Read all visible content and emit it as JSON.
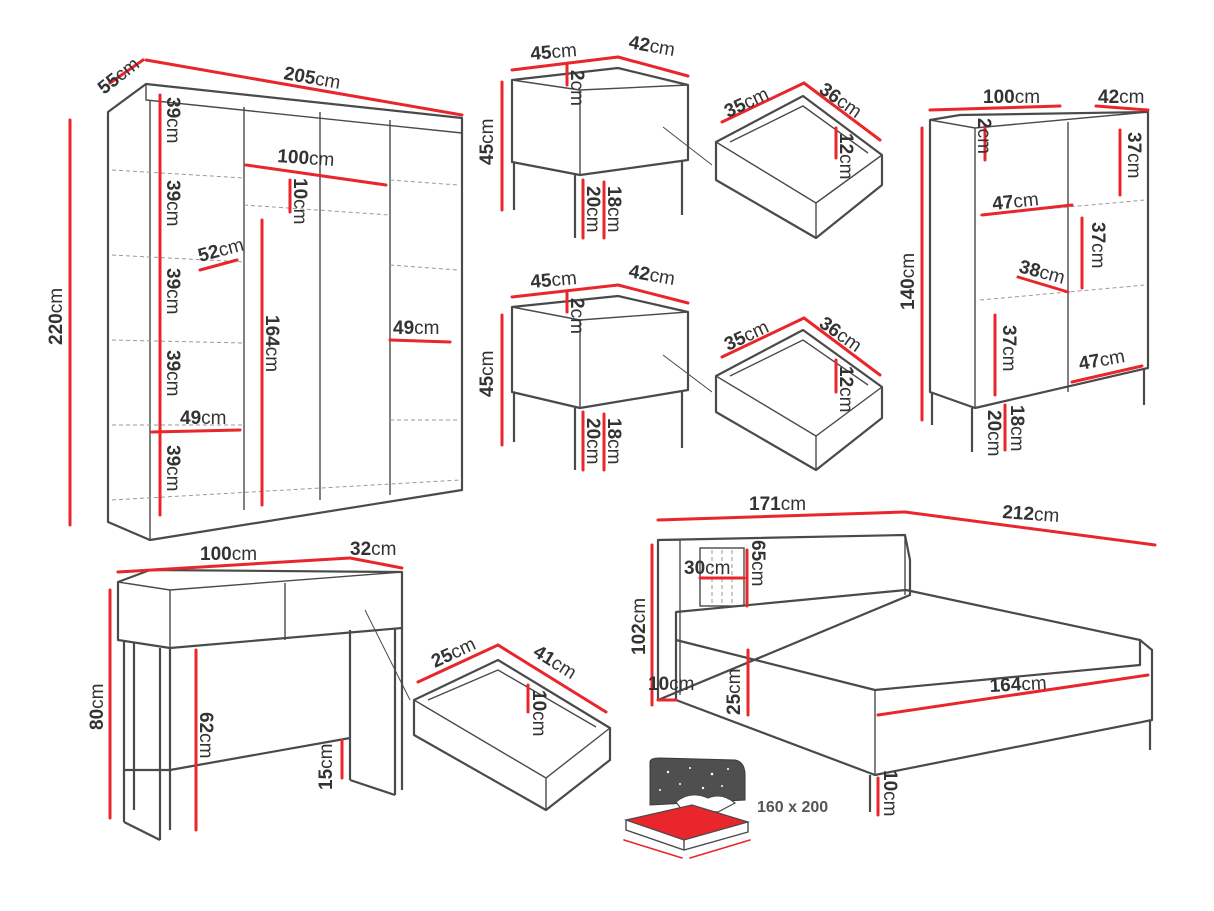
{
  "unit": "cm",
  "wardrobe": {
    "width": "205",
    "depth": "55",
    "height": "220",
    "rail_width": "100",
    "rail_gap": "10",
    "hanging_height": "164",
    "left_shelf_1": "39",
    "left_shelf_2": "39",
    "left_shelf_3": "39",
    "left_shelf_4": "39",
    "left_shelf_5": "39",
    "left_shelf_depth": "52",
    "left_shelf_width": "49",
    "right_shelf_width": "49"
  },
  "nightstand_top": {
    "width": "45",
    "depth": "42",
    "top": "2",
    "height": "45",
    "leg": "20",
    "leg_inner": "18"
  },
  "drawer_top": {
    "width": "35",
    "depth": "36",
    "height": "12"
  },
  "nightstand_bottom": {
    "width": "45",
    "depth": "42",
    "top": "2",
    "height": "45",
    "leg": "20",
    "leg_inner": "18"
  },
  "drawer_bottom": {
    "width": "35",
    "depth": "36",
    "height": "12"
  },
  "showcase": {
    "width": "100",
    "depth": "42",
    "top": "2",
    "height": "140",
    "shelf_top": "37",
    "shelf_width": "47",
    "shelf_mid": "37",
    "shelf_depth": "38",
    "shelf_low": "37",
    "shelf_bottom_width": "47",
    "leg": "20",
    "leg_inner": "18"
  },
  "console": {
    "width": "100",
    "depth": "32",
    "height": "80",
    "inner_height": "62",
    "frame": "15"
  },
  "console_drawer": {
    "width": "25",
    "depth": "41",
    "height": "10"
  },
  "bed": {
    "width": "171",
    "length": "212",
    "headboard": "102",
    "panel_width": "30",
    "panel_height": "65",
    "base": "10",
    "side": "25",
    "inner_width": "164",
    "leg": "10"
  },
  "mattress": {
    "size": "160 x 200"
  }
}
